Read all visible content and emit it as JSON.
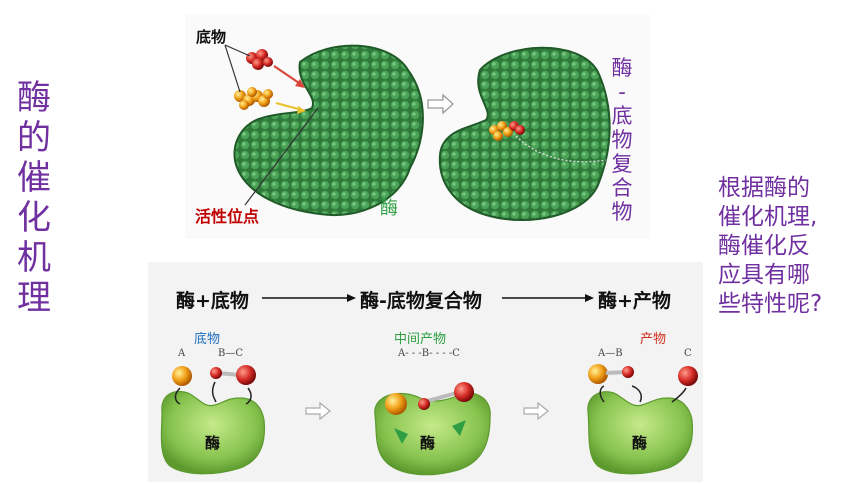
{
  "title_chars": [
    "酶",
    "的",
    "催",
    "化",
    "机",
    "理"
  ],
  "question_lines": [
    "根据酶的",
    "催化机理,",
    "酶催化反",
    "应具有哪",
    "些特性呢?"
  ],
  "top": {
    "substrate_label": "底物",
    "active_site_label": "活性位点",
    "enzyme_label": "酶",
    "complex_chars": [
      "酶",
      "-",
      "底",
      "物",
      "复",
      "合",
      "物"
    ],
    "colors": {
      "enzyme": "#3a8a45",
      "substrate_red": "#c0272d",
      "substrate_orange": "#e08a1e",
      "active_site": "#c00000",
      "enzyme_text": "#2ea043"
    }
  },
  "bottom": {
    "eq_left": "酶+底物",
    "eq_mid": "酶-底物复合物",
    "eq_right": "酶+产物",
    "stage1": {
      "label": "底物",
      "a": "A",
      "bc": "B—C",
      "enzyme": "酶"
    },
    "stage2": {
      "label": "中间产物",
      "abc": "A- - -B- - - -C",
      "enzyme": "酶"
    },
    "stage3": {
      "label": "产物",
      "ab": "A—B",
      "c": "C",
      "enzyme": "酶"
    },
    "colors": {
      "stage1_label": "#1f6fc0",
      "stage2_label": "#2ea043",
      "stage3_label": "#d03020"
    }
  }
}
